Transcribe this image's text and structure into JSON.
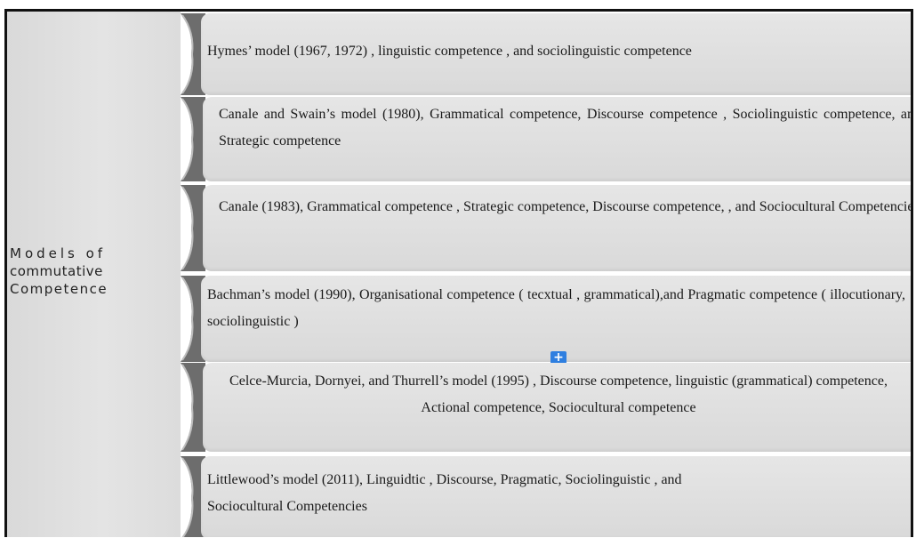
{
  "diagram": {
    "left_label": {
      "line1": "Models of",
      "line2": "commutative",
      "line3": "Competence"
    },
    "items": [
      {
        "text": "Hymes’ model (1967, 1972) , linguistic competence , and sociolinguistic competence"
      },
      {
        "text": "Canale and Swain’s model (1980), Grammatical competence, Discourse competence , Sociolinguistic competence, and Strategic competence"
      },
      {
        "text": "Canale (1983), Grammatical competence , Strategic competence, Discourse competence, , and Sociocultural Competencies"
      },
      {
        "text": "Bachman’s model (1990), Organisational competence ( tecxtual , grammatical),and Pragmatic competence ( illocutionary, sociolinguistic )"
      },
      {
        "text": "Celce-Murcia, Dornyei, and Thurrell’s model (1995) , Discourse competence, linguistic (grammatical) competence, Actional competence, Sociocultural competence"
      },
      {
        "text": "Littlewood’s model (2011), Linguidtic , Discourse, Pragmatic, Sociolinguistic , and Sociocultural Competencies"
      }
    ],
    "add_button": {
      "icon": "plus-icon",
      "glyph": "+",
      "color": "#2f7fe0"
    }
  }
}
